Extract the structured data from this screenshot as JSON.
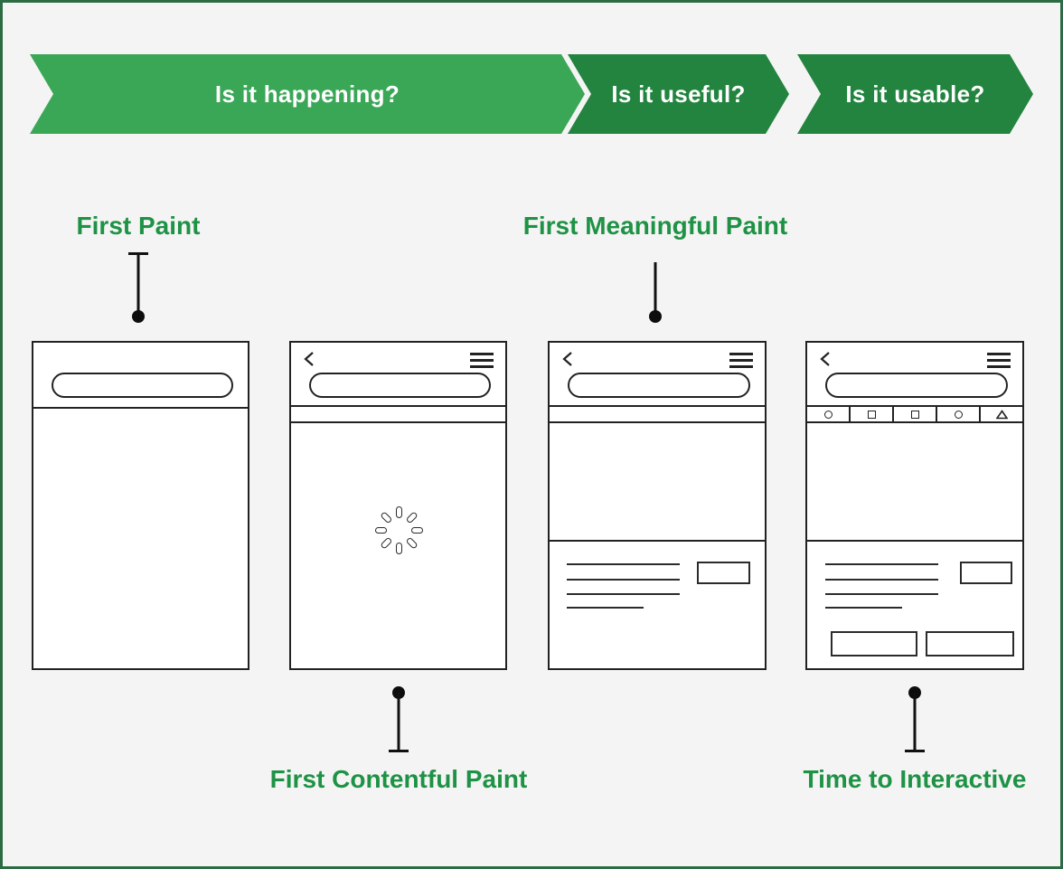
{
  "banner": {
    "text_color": "#ffffff",
    "segments": [
      {
        "label": "Is it happening?",
        "color": "#3aa757"
      },
      {
        "label": "Is it useful?",
        "color": "#22843f"
      },
      {
        "label": "Is it usable?",
        "color": "#22843f"
      }
    ]
  },
  "metric_labels": {
    "color": "#1e9245",
    "first_paint": "First Paint",
    "first_meaningful_paint": "First Meaningful Paint",
    "first_contentful_paint": "First Contentful Paint",
    "time_to_interactive": "Time to Interactive"
  },
  "phones": [
    {
      "name": "first-paint-phone",
      "features": [
        "url-bar",
        "empty-body"
      ]
    },
    {
      "name": "first-contentful-paint-phone",
      "features": [
        "back-icon",
        "menu-icon",
        "url-bar",
        "empty-toolbar-strip",
        "loading-spinner"
      ]
    },
    {
      "name": "first-meaningful-paint-phone",
      "features": [
        "back-icon",
        "menu-icon",
        "url-bar",
        "empty-toolbar-strip",
        "hero-area",
        "text-lines",
        "image-box"
      ]
    },
    {
      "name": "time-to-interactive-phone",
      "features": [
        "back-icon",
        "menu-icon",
        "url-bar",
        "tab-bar",
        "hero-area",
        "text-lines",
        "image-box",
        "buttons"
      ],
      "tab_icons": [
        "circle",
        "square",
        "square",
        "circle",
        "triangle"
      ]
    }
  ],
  "colors": {
    "background": "#f5f4f4",
    "frame_border": "#2c6b43",
    "wireframe_stroke": "#222222",
    "connector": "#0d0d0d"
  }
}
